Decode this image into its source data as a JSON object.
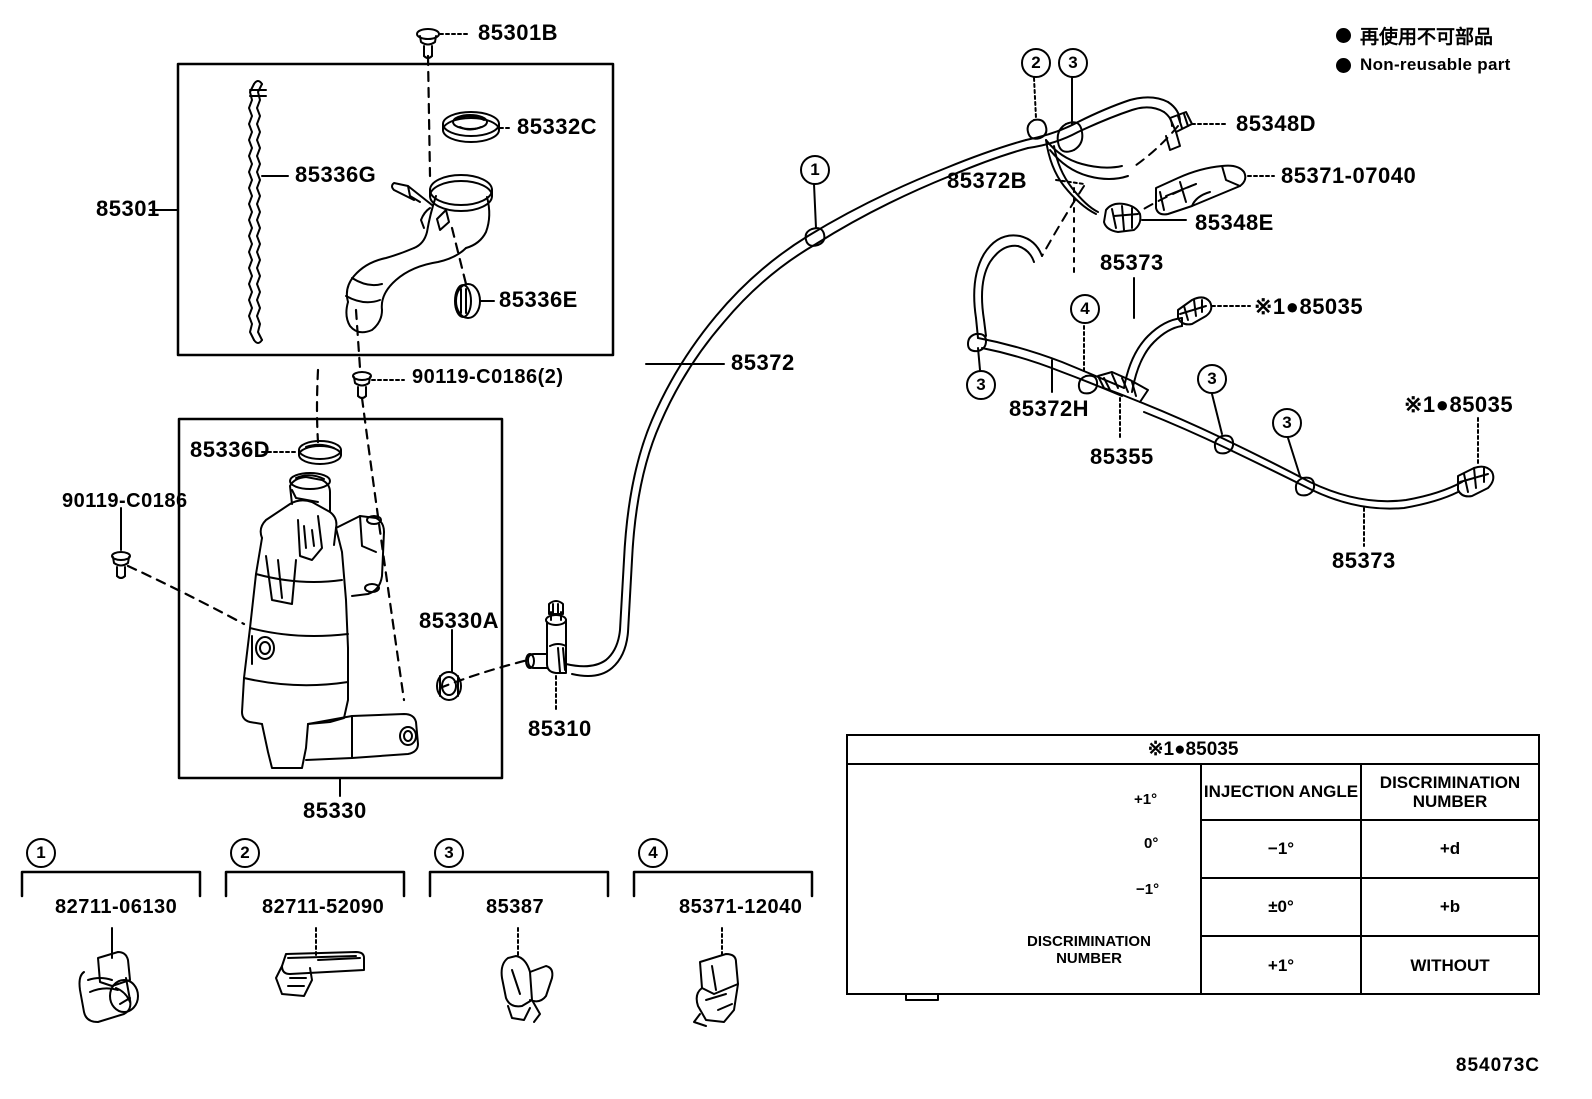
{
  "diagram": {
    "code": "854073C",
    "legend": {
      "japanese": "再使用不可部品",
      "english": "Non-reusable part"
    }
  },
  "labels": {
    "p85301B": "85301B",
    "p85332C": "85332C",
    "p85336G": "85336G",
    "p85301": "85301",
    "p85336E": "85336E",
    "p90119_C0186_2": "90119-C0186(2)",
    "p85336D": "85336D",
    "p90119_C0186": "90119-C0186",
    "p85330A": "85330A",
    "p85310": "85310",
    "p85330": "85330",
    "p85372": "85372",
    "p85372B": "85372B",
    "p85348D": "85348D",
    "p85371_07040": "85371-07040",
    "p85348E": "85348E",
    "p85373_top": "85373",
    "p85035_top": "※1●85035",
    "p85372H": "85372H",
    "p85355": "85355",
    "p85035_right": "※1●85035",
    "p85373_bottom": "85373"
  },
  "callouts": [
    {
      "id": "c1",
      "num": "1"
    },
    {
      "id": "c2",
      "num": "2"
    },
    {
      "id": "c3a",
      "num": "3"
    },
    {
      "id": "c3b",
      "num": "3"
    },
    {
      "id": "c3c",
      "num": "3"
    },
    {
      "id": "c3d",
      "num": "3"
    },
    {
      "id": "c4a",
      "num": "4"
    },
    {
      "id": "c4b",
      "num": "4"
    }
  ],
  "bottom_parts": [
    {
      "num": "1",
      "part_number": "82711-06130"
    },
    {
      "num": "2",
      "part_number": "82711-52090"
    },
    {
      "num": "3",
      "part_number": "85387"
    },
    {
      "num": "4",
      "part_number": "85371-12040"
    }
  ],
  "angle_table": {
    "title": "※1●85035",
    "headers": [
      "INJECTION\nANGLE",
      "DISCRIMINATION\nNUMBER"
    ],
    "header_col1": "INJECTION ANGLE",
    "header_col2": "DISCRIMINATION NUMBER",
    "rows": [
      {
        "injection_angle": "−1°",
        "discrimination_number": "+d"
      },
      {
        "injection_angle": "±0°",
        "discrimination_number": "+b"
      },
      {
        "injection_angle": "+1°",
        "discrimination_number": "WITHOUT"
      }
    ],
    "figure": {
      "angle_plus1": "+1°",
      "angle_zero": "0°",
      "angle_minus1": "−1°",
      "discrimination_caption": "DISCRIMINATION NUMBER"
    }
  }
}
